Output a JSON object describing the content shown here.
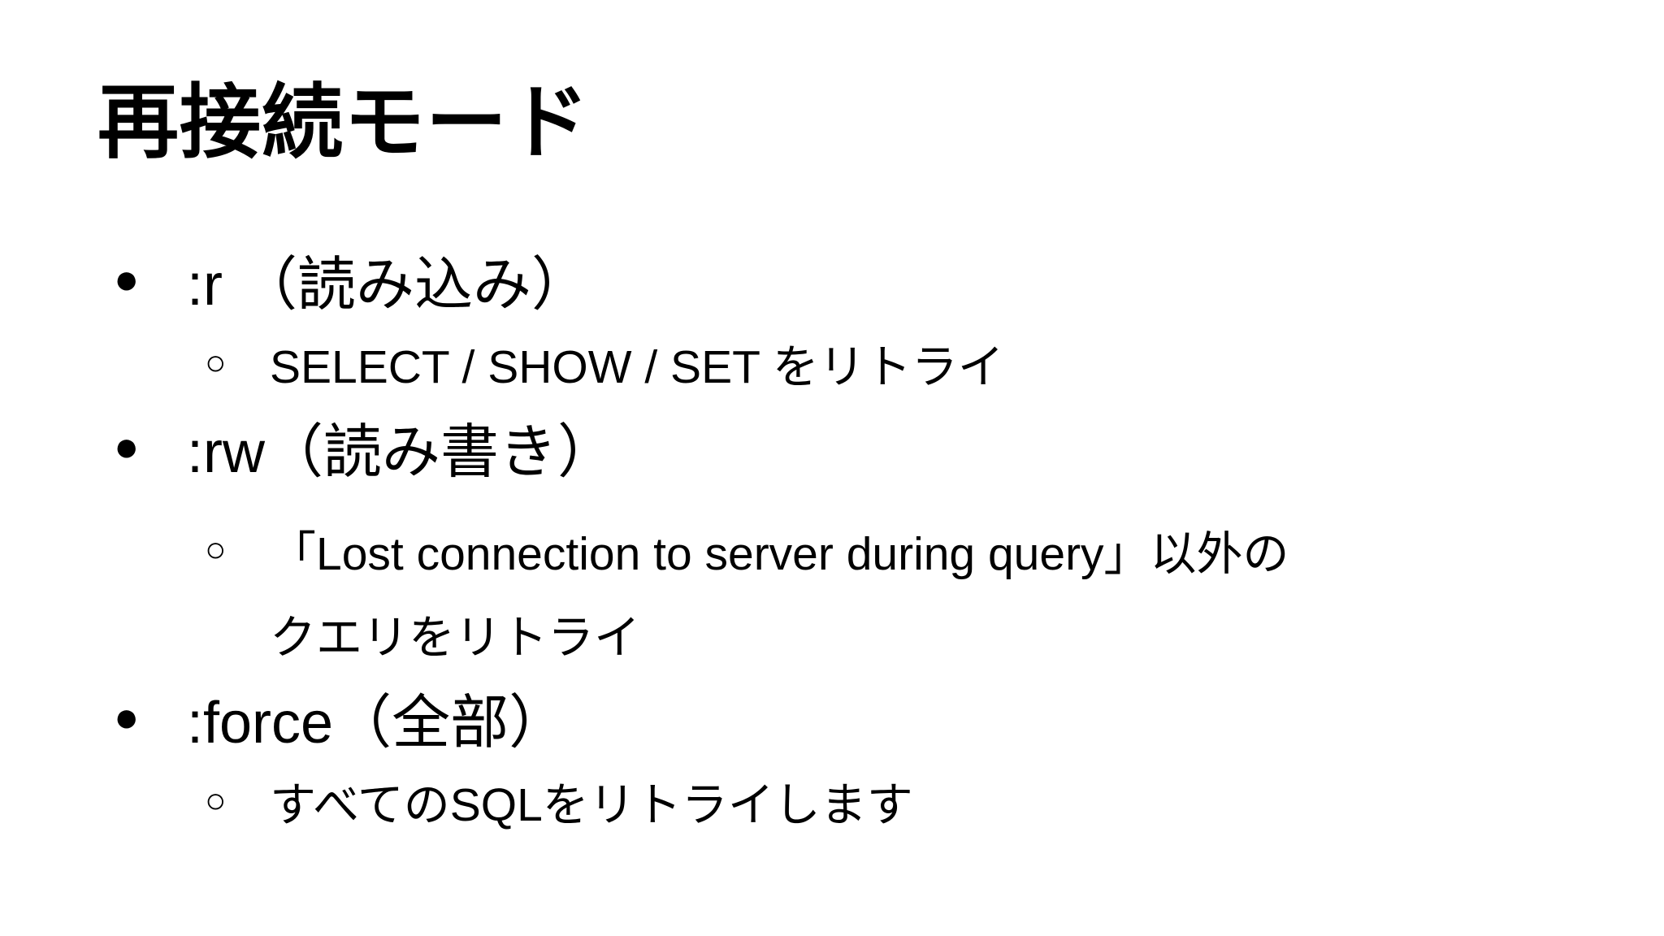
{
  "slide": {
    "title": "再接続モード",
    "markers": {
      "level1": "●",
      "level2": "○"
    },
    "colors": {
      "background": "#ffffff",
      "text": "#000000"
    },
    "bullets": [
      {
        "label": ":r （読み込み）",
        "sub_lines": [
          "SELECT / SHOW / SET をリトライ"
        ]
      },
      {
        "label": ":rw（読み書き）",
        "sub_lines": [
          "「Lost connection to server during query」以外の",
          "クエリをリトライ"
        ]
      },
      {
        "label": ":force（全部）",
        "sub_lines": [
          "すべてのSQLをリトライします"
        ]
      }
    ]
  }
}
